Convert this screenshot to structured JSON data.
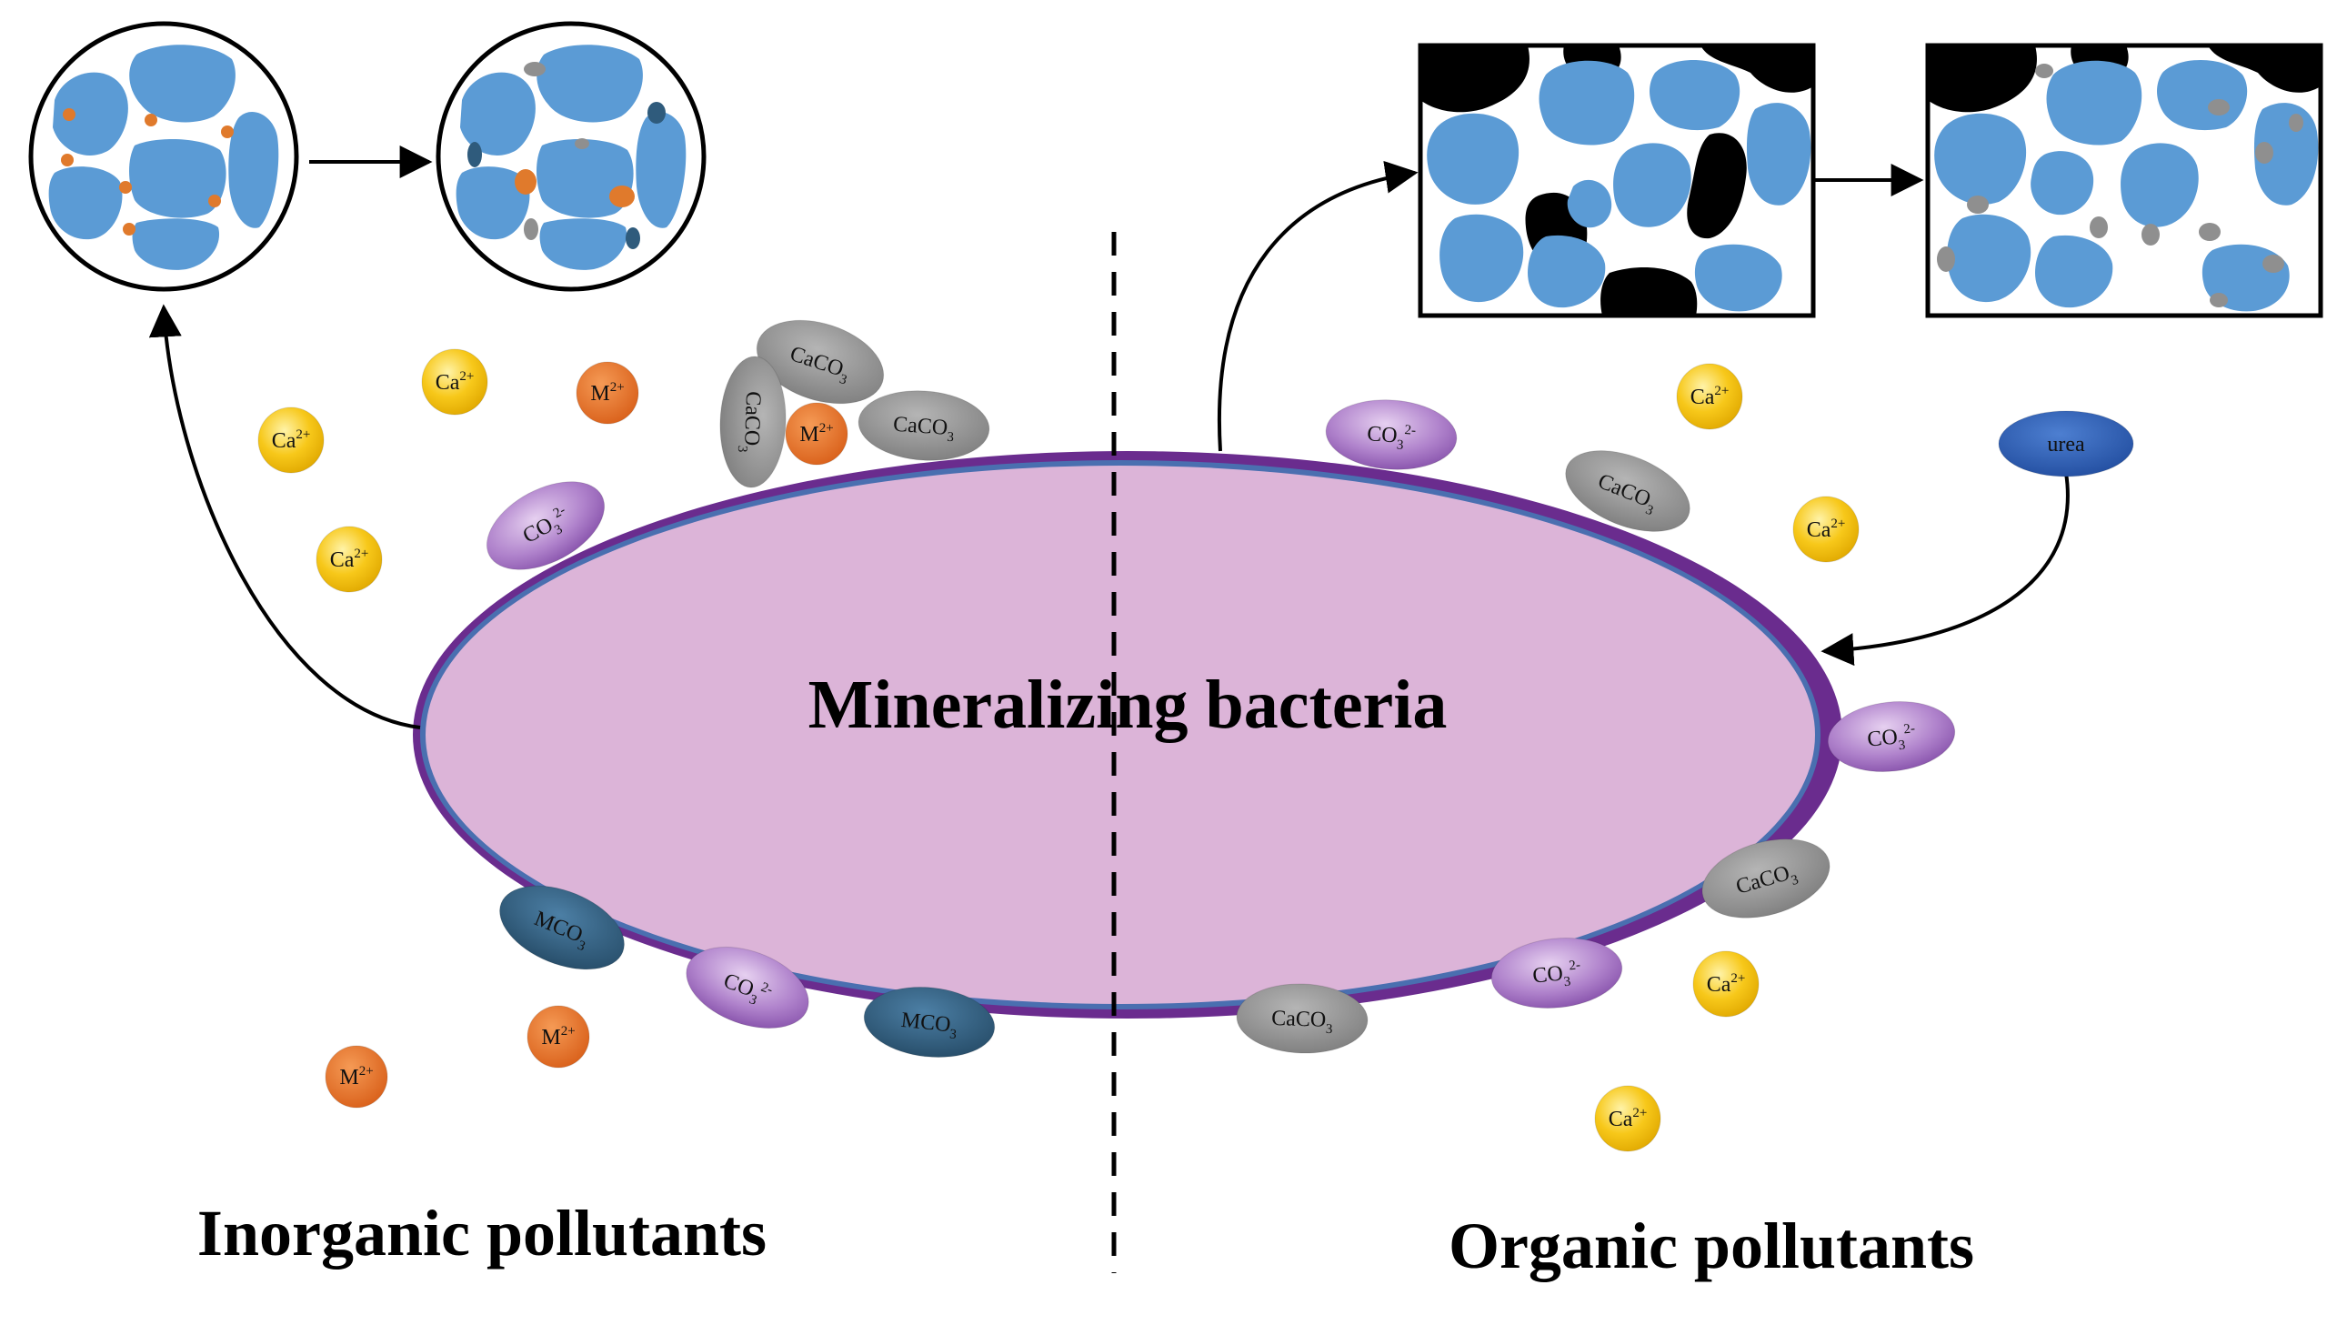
{
  "title": "Mineralizing bacteria",
  "labels": {
    "left": "Inorganic pollutants",
    "right": "Organic pollutants"
  },
  "species": {
    "ca": "Ca",
    "ca_sup": "2+",
    "m": "M",
    "m_sup": "2+",
    "co3": "CO",
    "co3_sub": "3",
    "co3_sup": "2-",
    "caco3": "CaCO",
    "caco3_sub": "3",
    "mco3": "MCO",
    "mco3_sub": "3",
    "urea": "urea"
  },
  "colors": {
    "cell_fill": "#dcb4d8",
    "cell_border": "#6a2c8e",
    "cell_border_inner": "#4a6fb0",
    "grain": "#5b9bd5",
    "ca_ion": "#f6c315",
    "m_ion": "#e56f1c",
    "co3": "#9a64bb",
    "caco3": "#8c8c8c",
    "mco3": "#2f5b7c",
    "urea": "#2a5ab0",
    "pollutant_organic": "#000000",
    "pollutant_inorganic": "#e07a2c",
    "mineral_precip": "#8f8f8f"
  }
}
